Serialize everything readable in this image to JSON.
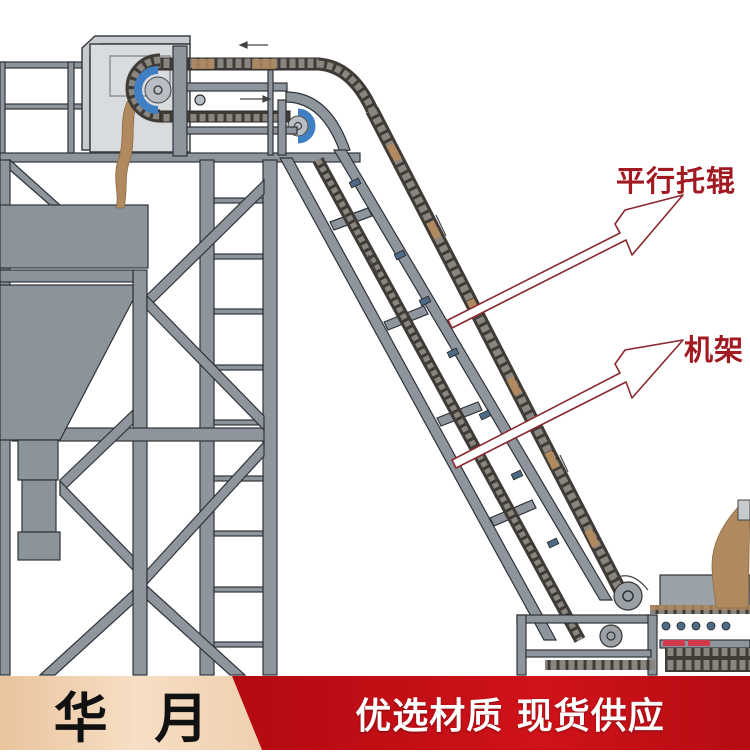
{
  "diagram": {
    "subject": "bucket chain elevator / flexible chain conveyor",
    "annotations": [
      {
        "id": "parallel-rollers",
        "text": "平行托辊"
      },
      {
        "id": "frame",
        "text": "机架"
      }
    ],
    "colors": {
      "steel": "#8e959c",
      "steel_dark": "#5f666d",
      "hopper": "#8b939b",
      "chain_link": "#6b6660",
      "material": "#b08a5e",
      "pulley_blue": "#3f7fc4",
      "label_red": "#a11a22",
      "arrow_outline": "#8a2a30"
    }
  },
  "banner": {
    "brand": "华 月",
    "slogan": "优选材质 现货供应",
    "colors": {
      "brand_bg": "#f2d2b0",
      "slogan_bg": "#c40d14"
    }
  }
}
